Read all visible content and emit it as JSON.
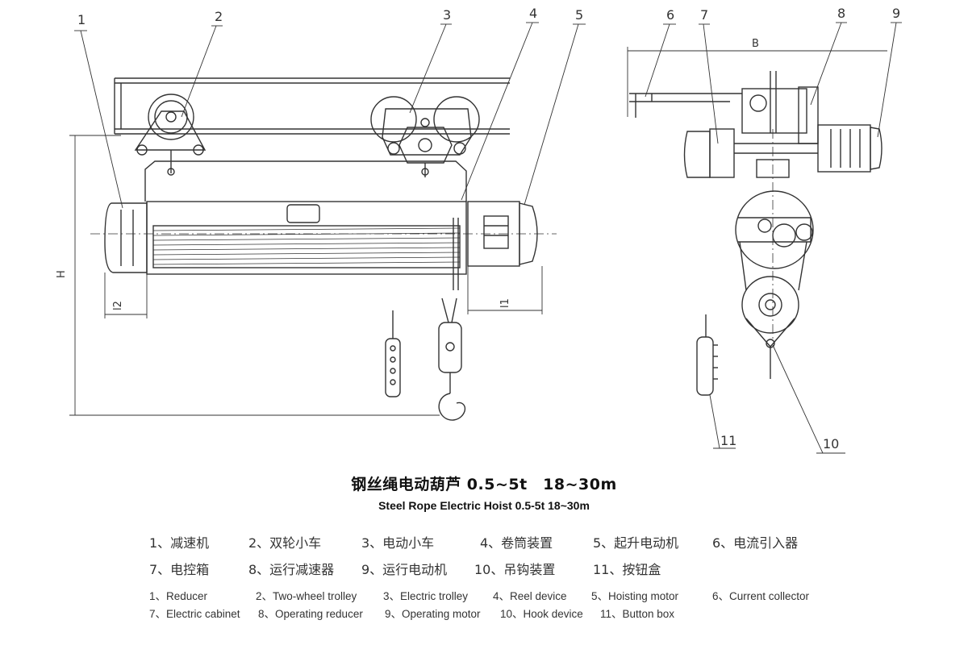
{
  "callouts": {
    "n1": "1",
    "n2": "2",
    "n3": "3",
    "n4": "4",
    "n5": "5",
    "n6": "6",
    "n7": "7",
    "n8": "8",
    "n9": "9",
    "n10": "10",
    "n11": "11"
  },
  "dimensions": {
    "H": "H",
    "L1": "l1",
    "L2": "l2",
    "B": "B"
  },
  "title": {
    "cn": "钢丝绳电动葫芦 0.5~5t　18~30m",
    "en": "Steel Rope Electric Hoist  0.5-5t   18~30m"
  },
  "legend_cn": [
    [
      "1、减速机",
      "2、双轮小车",
      "3、电动小车",
      "4、卷筒装置",
      "5、起升电动机",
      "6、电流引入器"
    ],
    [
      "7、电控箱",
      "8、运行减速器",
      "9、运行电动机",
      "10、吊钩装置",
      "11、按钮盒"
    ]
  ],
  "legend_en": [
    [
      "1、Reducer",
      "2、Two-wheel trolley",
      "3、Electric trolley",
      "4、Reel device",
      "5、Hoisting motor",
      "6、Current collector"
    ],
    [
      "7、Electric cabinet",
      "8、Operating reducer",
      "9、Operating motor",
      "10、Hook device",
      "11、Button box"
    ]
  ],
  "colors": {
    "line": "#333333",
    "background": "#ffffff"
  }
}
